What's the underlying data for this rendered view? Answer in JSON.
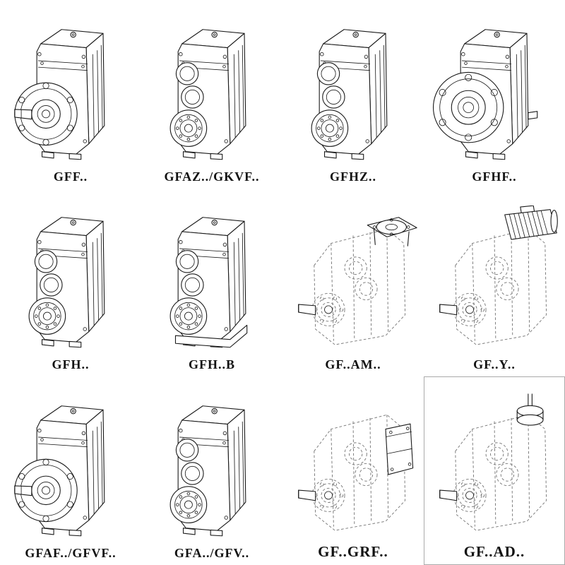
{
  "page": {
    "background": "#ffffff",
    "line_color": "#1b1b1b",
    "phantom_line_color": "#767676"
  },
  "grid": {
    "items": [
      {
        "label": "GFF..",
        "drawing": "solid-flange-shaft-unit"
      },
      {
        "label": "GFAZ../GKVF..",
        "drawing": "solid-hollow-shaft-unit"
      },
      {
        "label": "GFHZ..",
        "drawing": "solid-hollow-shaft-unit"
      },
      {
        "label": "GFHF..",
        "drawing": "solid-large-flange-unit"
      },
      {
        "label": "GFH..",
        "drawing": "solid-hollow-shaft-unit"
      },
      {
        "label": "GFH..B",
        "drawing": "solid-hollow-shaft-foot-unit"
      },
      {
        "label": "GF..AM..",
        "drawing": "phantom-unit-motor-flange-adapter"
      },
      {
        "label": "GF..Y..",
        "drawing": "phantom-unit-mounted-motor"
      },
      {
        "label": "GFAF../GFVF..",
        "drawing": "solid-flange-shaft-unit"
      },
      {
        "label": "GFA../GFV..",
        "drawing": "solid-hollow-shaft-unit"
      },
      {
        "label": "GF..GRF..",
        "drawing": "phantom-unit-side-cover"
      },
      {
        "label": "GF..AD..",
        "drawing": "phantom-unit-top-input-adapter"
      }
    ]
  }
}
